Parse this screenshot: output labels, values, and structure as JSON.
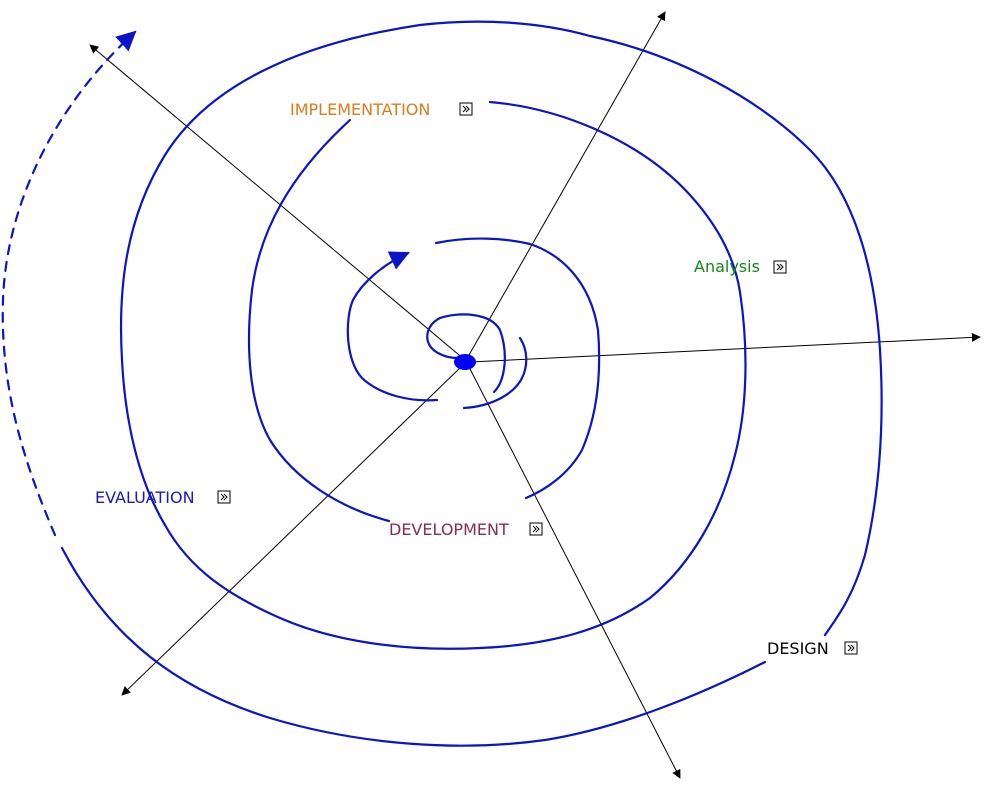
{
  "colors": {
    "spiral": "#0a14c8",
    "axis": "#000000",
    "center_dot": "#0000ff",
    "implementation": "#e07b1a",
    "analysis": "#118a11",
    "evaluation": "#1a1ab8",
    "development": "#8a2a55",
    "design": "#000000"
  },
  "phases": {
    "implementation": {
      "label": "IMPLEMENTATION",
      "icon": "expand-icon"
    },
    "analysis": {
      "label": "Analysis",
      "icon": "expand-icon"
    },
    "evaluation": {
      "label": "EVALUATION",
      "icon": "expand-icon"
    },
    "development": {
      "label": "DEVELOPMENT",
      "icon": "expand-icon"
    },
    "design": {
      "label": "DESIGN",
      "icon": "expand-icon"
    }
  },
  "icons": [
    "expand-icon",
    "arrowhead-icon"
  ]
}
